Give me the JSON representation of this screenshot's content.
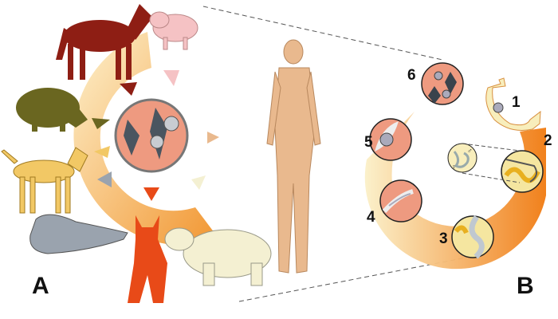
{
  "panels": {
    "a": {
      "label": "A"
    },
    "b": {
      "label": "B"
    }
  },
  "stages": [
    {
      "label": "1",
      "name": "stomach"
    },
    {
      "label": "2",
      "name": "small-intestine-adults"
    },
    {
      "label": "3",
      "name": "intestinal-mucosa-larva"
    },
    {
      "label": "4",
      "name": "larva-entering-muscle"
    },
    {
      "label": "5",
      "name": "encysted-larva"
    },
    {
      "label": "6",
      "name": "muscle-cysts"
    }
  ],
  "sex_symbols": {
    "male": "♂",
    "female": "♀"
  },
  "colors": {
    "arc_dark": "#f07a10",
    "arc_light": "#fbeec0",
    "muscle": "#ee9a80",
    "horse": "#8e1e14",
    "pig": "#f5c2c4",
    "boar": "#6a6620",
    "dog": "#f2c865",
    "walrus": "#9aa3ae",
    "fox": "#e84a18",
    "bear": "#f4f0d2",
    "human": "#e9b98e"
  }
}
